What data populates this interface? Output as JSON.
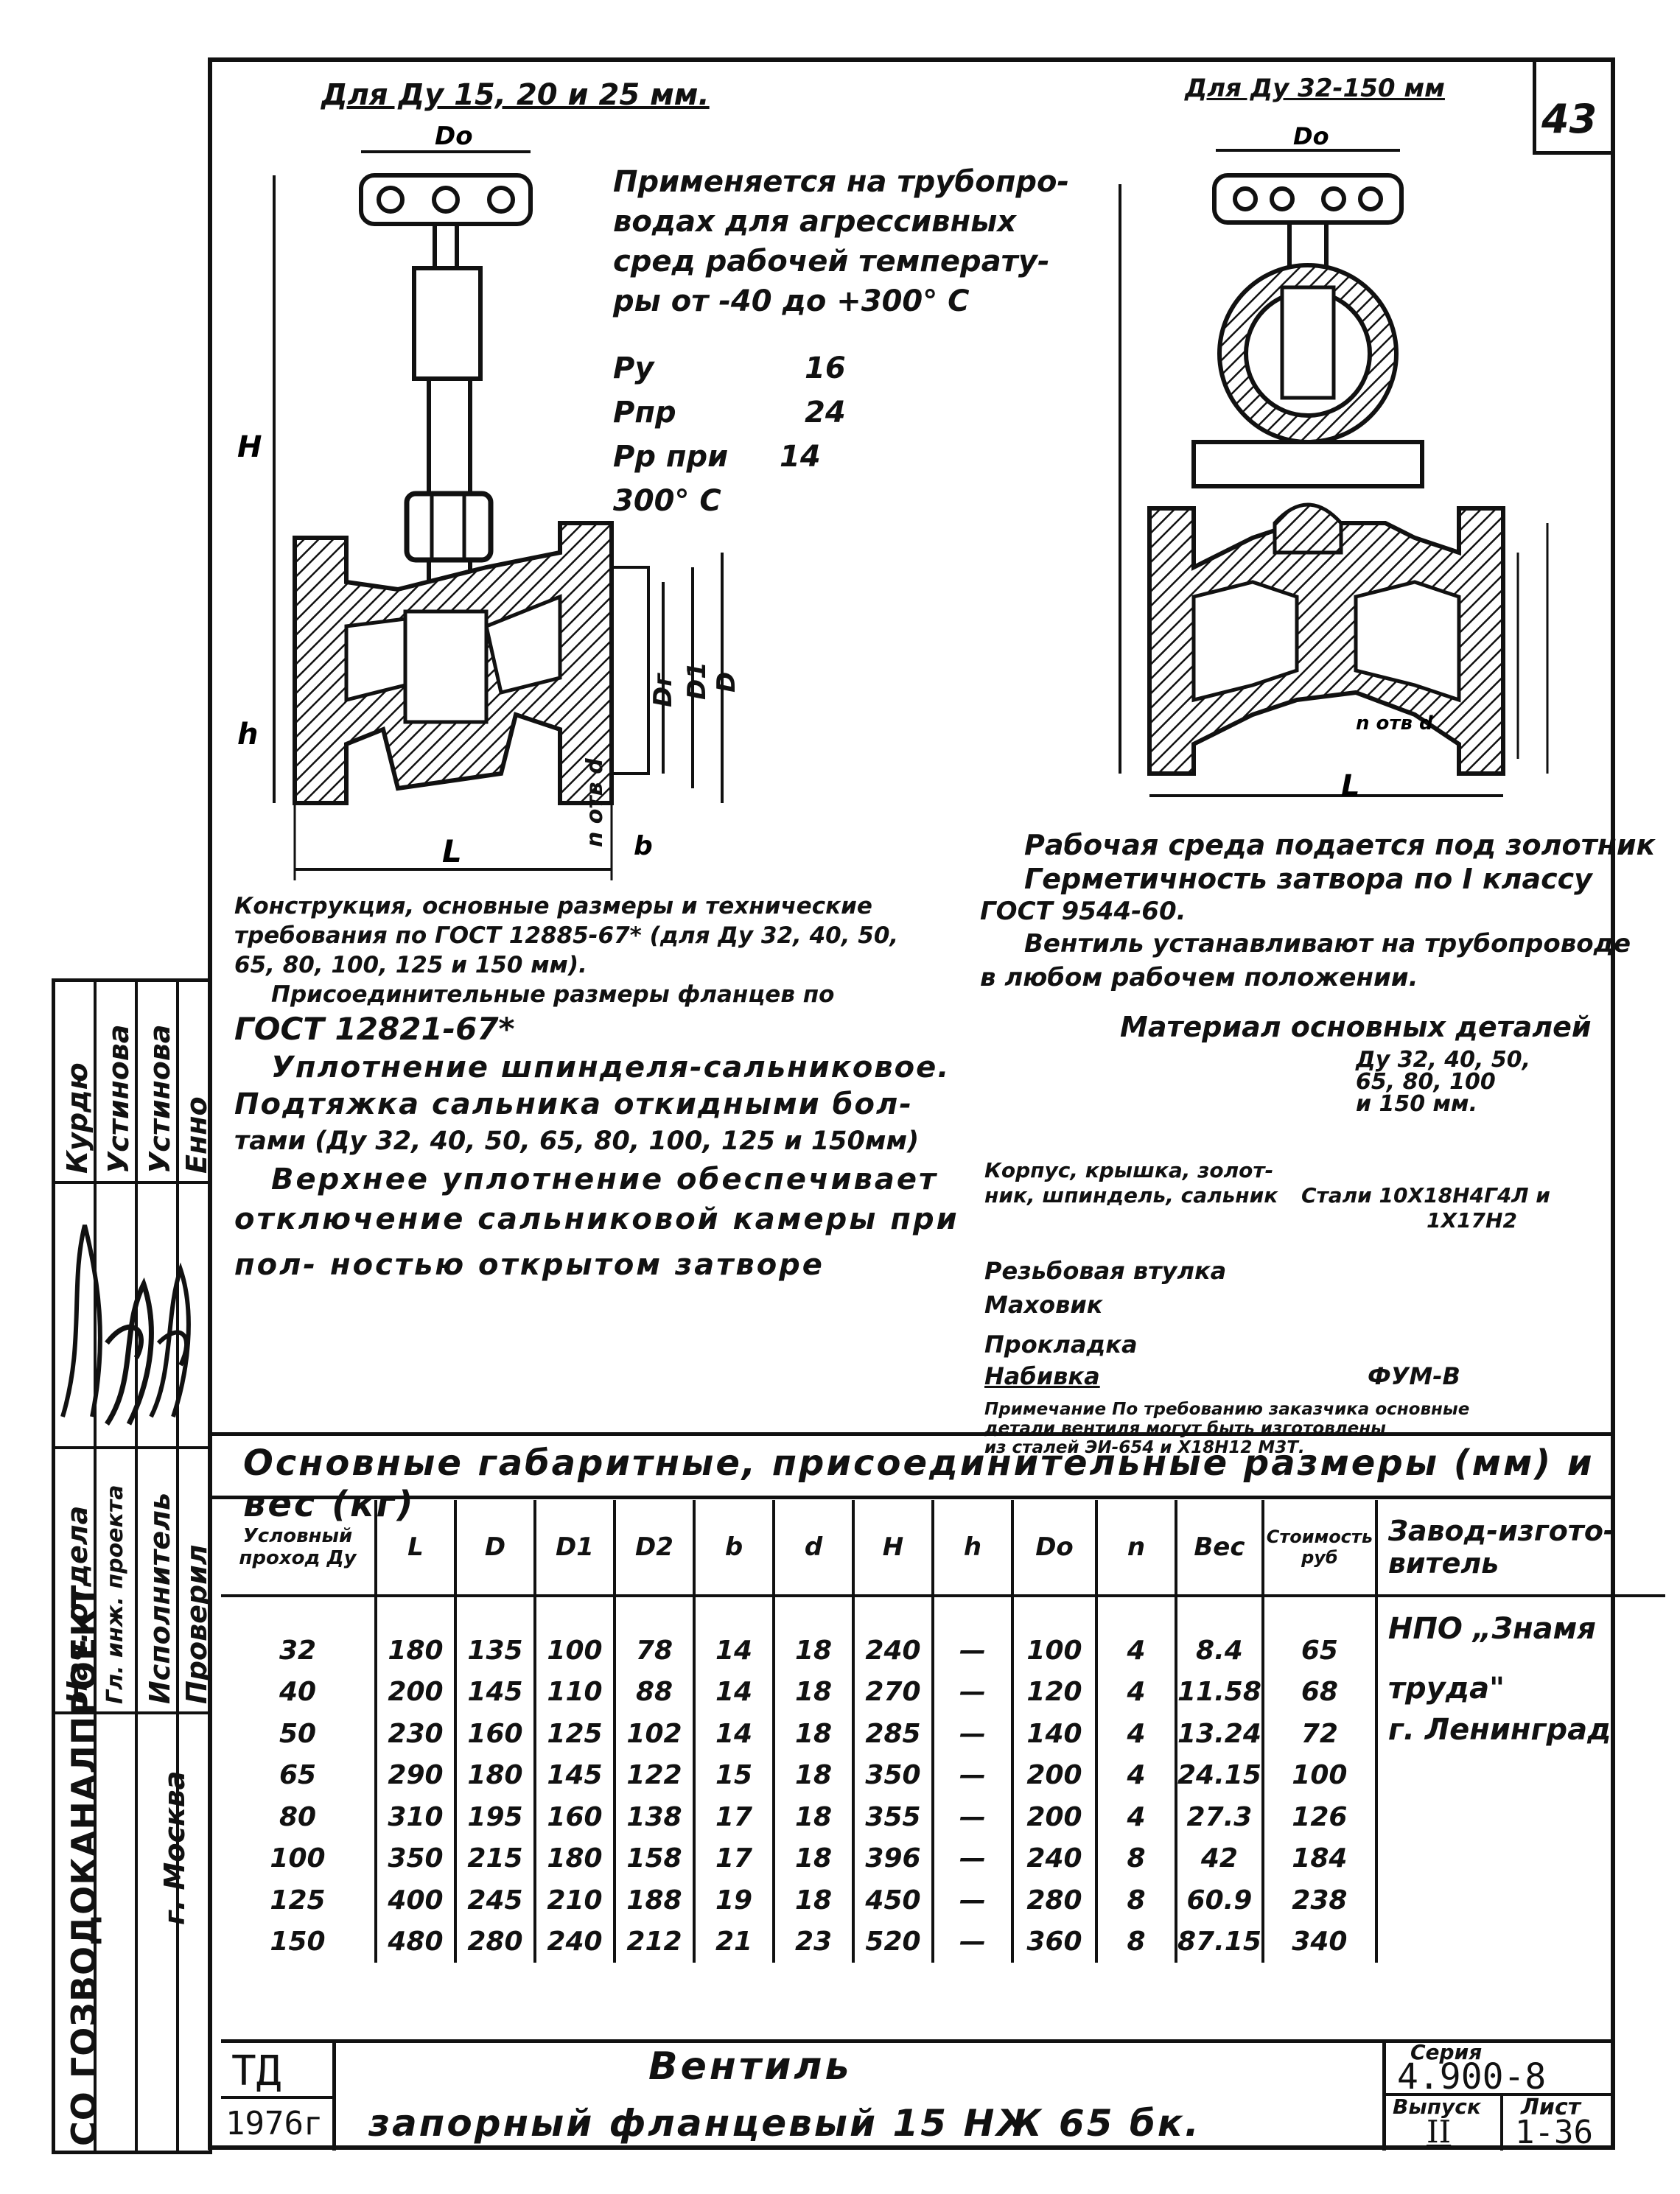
{
  "page_number": "43",
  "drawing_left": {
    "heading": "Для Ду 15, 20 и 25 мм.",
    "dim_labels": {
      "Do": "Dо",
      "H": "H",
      "h": "h",
      "L": "L",
      "b": "b",
      "D1": "D1",
      "D": "D",
      "Di": "Dг",
      "nd": "n отв d"
    }
  },
  "drawing_right": {
    "heading": "Для Ду 32-150 мм",
    "dim_labels": {
      "Do": "Dо",
      "L": "L",
      "nd": "n отв d"
    }
  },
  "application_text": [
    "Применяется на трубопро-",
    "водах для агрессивных",
    "сред рабочей температу-",
    "ры от -40 до +300° С"
  ],
  "pressures": [
    {
      "label": "Py",
      "value": "16"
    },
    {
      "label": "Pпр",
      "value": "24"
    },
    {
      "label": "Pр при 300° С",
      "value": "14"
    }
  ],
  "notes_left": [
    "Конструкция, основные размеры и технические",
    "требования по ГОСТ 12885-67* (для Ду 32, 40, 50,",
    "65, 80, 100, 125 и 150 мм).",
    "Присоединительные размеры фланцев по",
    "ГОСТ 12821-67*",
    "Уплотнение шпинделя-сальниковое.",
    "Подтяжка сальника откидными бол-",
    "тами (Ду 32, 40, 50, 65, 80, 100, 125 и 150мм)",
    "Верхнее уплотнение обеспечивает",
    "отключение сальниковой камеры при",
    "пол- ностью открытом затворе"
  ],
  "notes_right": [
    "Рабочая среда подается под золотник",
    "Герметичность затвора по I классу",
    "ГОСТ 9544-60.",
    "Вентиль устанавливают на трубопроводе",
    "в любом рабочем положении."
  ],
  "materials": {
    "heading": "Материал основных деталей",
    "size_note": [
      "Ду 32, 40, 50,",
      "65, 80, 100",
      "и 150 мм."
    ],
    "rows": [
      {
        "part": "Корпус, крышка, золот-",
        "part2": "ник, шпиндель, сальник",
        "material": "Стали 10Х18Н4Г4Л и",
        "material2": "1Х17Н2"
      },
      {
        "part": "Резьбовая втулка",
        "material": ""
      },
      {
        "part": "Маховик",
        "material": ""
      },
      {
        "part": "Прокладка",
        "material": ""
      },
      {
        "part": "Набивка",
        "material": "ФУМ-В"
      }
    ],
    "note": [
      "Примечание По требованию заказчика основные",
      "детали вентиля могут быть изготовлены",
      "из сталей ЭИ-654 и Х18Н12 М3Т."
    ]
  },
  "sidebar": {
    "roles": [
      "Нач. отдела",
      "Гл. инж. проекта",
      "Исполнитель",
      "Проверил"
    ],
    "names": [
      "Курдю",
      "Устинова",
      "Устинова",
      "Енно"
    ],
    "org": "СО ГОЗВОДОКАНАЛПРОЕКТ",
    "city": "г. Москва"
  },
  "table": {
    "title": "Основные габаритные, присоединительные размеры (мм) и вес (кг)",
    "headers": [
      "Условный проход Ду",
      "L",
      "D",
      "D1",
      "D2",
      "b",
      "d",
      "H",
      "h",
      "Dо",
      "n",
      "Вес",
      "Стоимость руб",
      "Завод-изгото-витель"
    ],
    "rows": [
      [
        "32",
        "180",
        "135",
        "100",
        "78",
        "14",
        "18",
        "240",
        "—",
        "100",
        "4",
        "8.4",
        "65"
      ],
      [
        "40",
        "200",
        "145",
        "110",
        "88",
        "14",
        "18",
        "270",
        "—",
        "120",
        "4",
        "11.58",
        "68"
      ],
      [
        "50",
        "230",
        "160",
        "125",
        "102",
        "14",
        "18",
        "285",
        "—",
        "140",
        "4",
        "13.24",
        "72"
      ],
      [
        "65",
        "290",
        "180",
        "145",
        "122",
        "15",
        "18",
        "350",
        "—",
        "200",
        "4",
        "24.15",
        "100"
      ],
      [
        "80",
        "310",
        "195",
        "160",
        "138",
        "17",
        "18",
        "355",
        "—",
        "200",
        "4",
        "27.3",
        "126"
      ],
      [
        "100",
        "350",
        "215",
        "180",
        "158",
        "17",
        "18",
        "396",
        "—",
        "240",
        "8",
        "42",
        "184"
      ],
      [
        "125",
        "400",
        "245",
        "210",
        "188",
        "19",
        "18",
        "450",
        "—",
        "280",
        "8",
        "60.9",
        "238"
      ],
      [
        "150",
        "480",
        "280",
        "240",
        "212",
        "21",
        "23",
        "520",
        "—",
        "360",
        "8",
        "87.15",
        "340"
      ]
    ],
    "manufacturer": [
      "НПО „Знамя",
      "труда\"",
      "г. Ленинград"
    ]
  },
  "title_block": {
    "td": "ТД",
    "year": "1976г",
    "title_line1": "Вентиль",
    "title_line2": "запорный фланцевый 15 НЖ 65 бк.",
    "series_label": "Серия",
    "series": "4.900-8",
    "issue_label": "Выпуск",
    "issue": "II",
    "sheet_label": "Лист",
    "sheet": "1-36"
  }
}
